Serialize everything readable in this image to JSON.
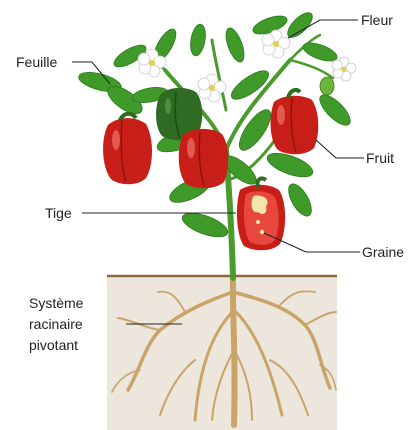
{
  "labels": {
    "leaf": "Feuille",
    "flower": "Fleur",
    "fruit": "Fruit",
    "stem": "Tige",
    "seed": "Graine",
    "root_line1": "Système",
    "root_line2": "racinaire",
    "root_line3": "pivotant"
  },
  "colors": {
    "soil": "#ede6dc",
    "soil_line": "#8a6a3a",
    "leaf": "#3f9a2a",
    "leaf_dark": "#2a7a1e",
    "stem": "#4a9a2c",
    "fruit_red": "#c81e18",
    "fruit_green": "#2f6b22",
    "root": "#c9a468",
    "flower": "#ffffff"
  }
}
